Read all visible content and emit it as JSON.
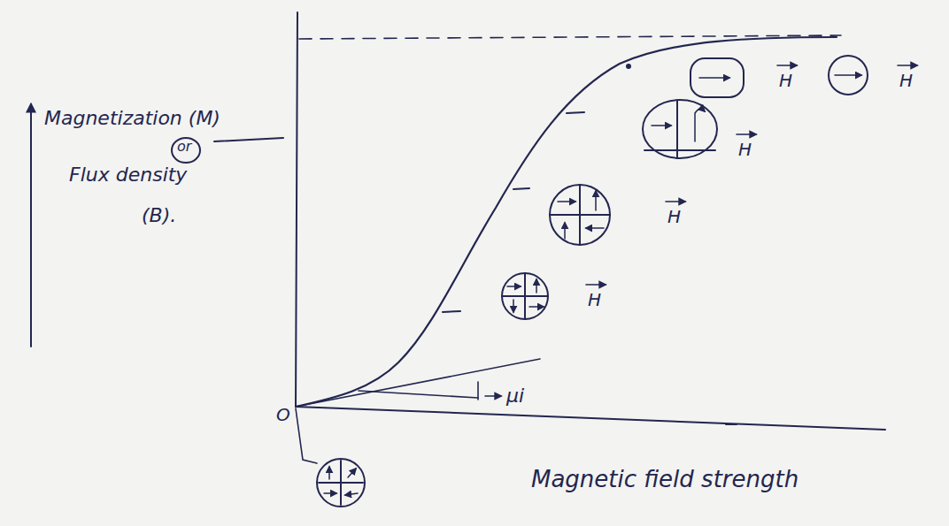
{
  "diagram": {
    "labels": [
      "Magnetization (M)",
      "or",
      "Flux density",
      "(B).",
      "O",
      "μi",
      "H",
      "H",
      "H",
      "H",
      "H",
      "Magnetic field strength"
    ]
  }
}
